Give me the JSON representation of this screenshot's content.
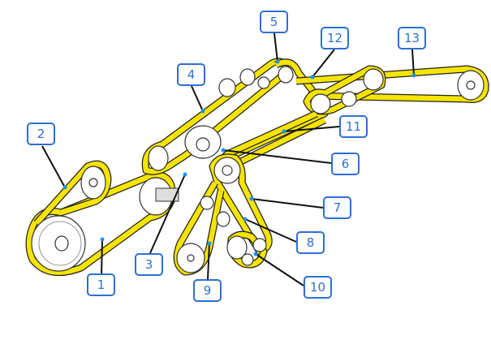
{
  "diagram": {
    "title": "Belt routing diagram",
    "belt_color": "#f5e400",
    "callout_color": "#2f6fd0",
    "callouts": [
      {
        "label": "1"
      },
      {
        "label": "2"
      },
      {
        "label": "3"
      },
      {
        "label": "4"
      },
      {
        "label": "5"
      },
      {
        "label": "6"
      },
      {
        "label": "7"
      },
      {
        "label": "8"
      },
      {
        "label": "9"
      },
      {
        "label": "10"
      },
      {
        "label": "11"
      },
      {
        "label": "12"
      },
      {
        "label": "13"
      }
    ]
  }
}
